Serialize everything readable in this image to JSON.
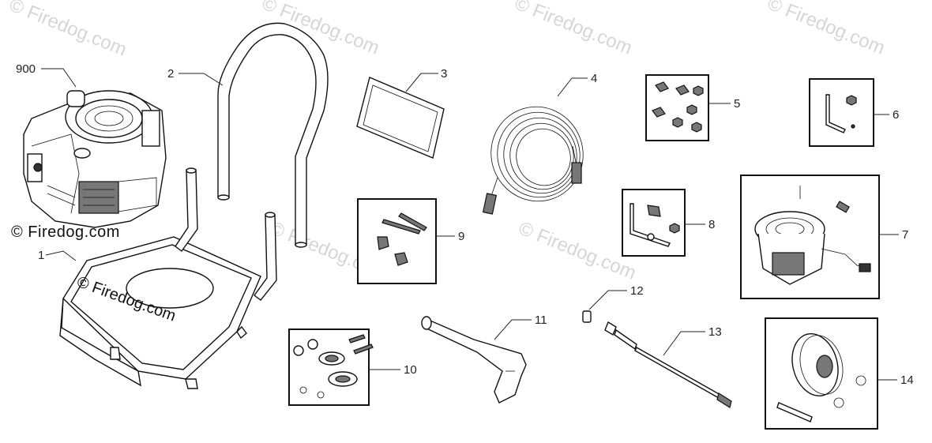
{
  "watermarks": {
    "text": "© Firedog.com",
    "bold_text": "© Firedog.com"
  },
  "callouts": [
    {
      "id": "900",
      "text": "900"
    },
    {
      "id": "1",
      "text": "1"
    },
    {
      "id": "2",
      "text": "2"
    },
    {
      "id": "3",
      "text": "3"
    },
    {
      "id": "4",
      "text": "4"
    },
    {
      "id": "5",
      "text": "5"
    },
    {
      "id": "6",
      "text": "6"
    },
    {
      "id": "7",
      "text": "7"
    },
    {
      "id": "8",
      "text": "8"
    },
    {
      "id": "9",
      "text": "9"
    },
    {
      "id": "10",
      "text": "10"
    },
    {
      "id": "11",
      "text": "11"
    },
    {
      "id": "12",
      "text": "12"
    },
    {
      "id": "13",
      "text": "13"
    },
    {
      "id": "14",
      "text": "14"
    }
  ]
}
